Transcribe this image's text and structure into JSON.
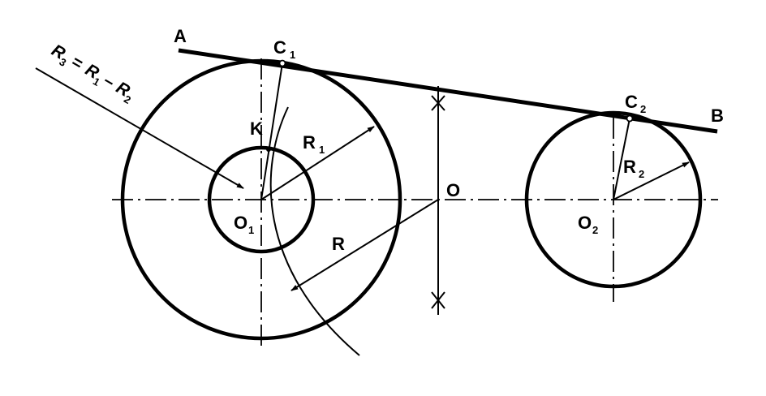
{
  "labels": {
    "A": "A",
    "B": "B",
    "C1": "C",
    "C1_sub": "1",
    "C2": "C",
    "C2_sub": "2",
    "K": "K",
    "R1": "R",
    "R1_sub": "1",
    "R2": "R",
    "R2_sub": "2",
    "R": "R",
    "O": "O",
    "O1": "O",
    "O1_sub": "1",
    "O2": "O",
    "O2_sub": "2"
  },
  "formula": {
    "R3": "R",
    "R3_sub": "3",
    "eq": "=",
    "R1": "R",
    "R1_sub": "1",
    "minus": "–",
    "R2": "R",
    "R2_sub": "2"
  }
}
